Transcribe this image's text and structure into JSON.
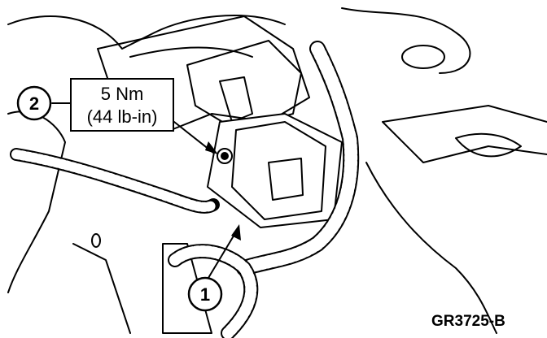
{
  "callouts": [
    {
      "number": "1"
    },
    {
      "number": "2"
    }
  ],
  "spec": {
    "torque_line1": "5 Nm",
    "torque_line2": "(44 lb-in)"
  },
  "figure_id": "GR3725-B",
  "colors": {
    "ink": "#000000",
    "paper": "#ffffff"
  }
}
